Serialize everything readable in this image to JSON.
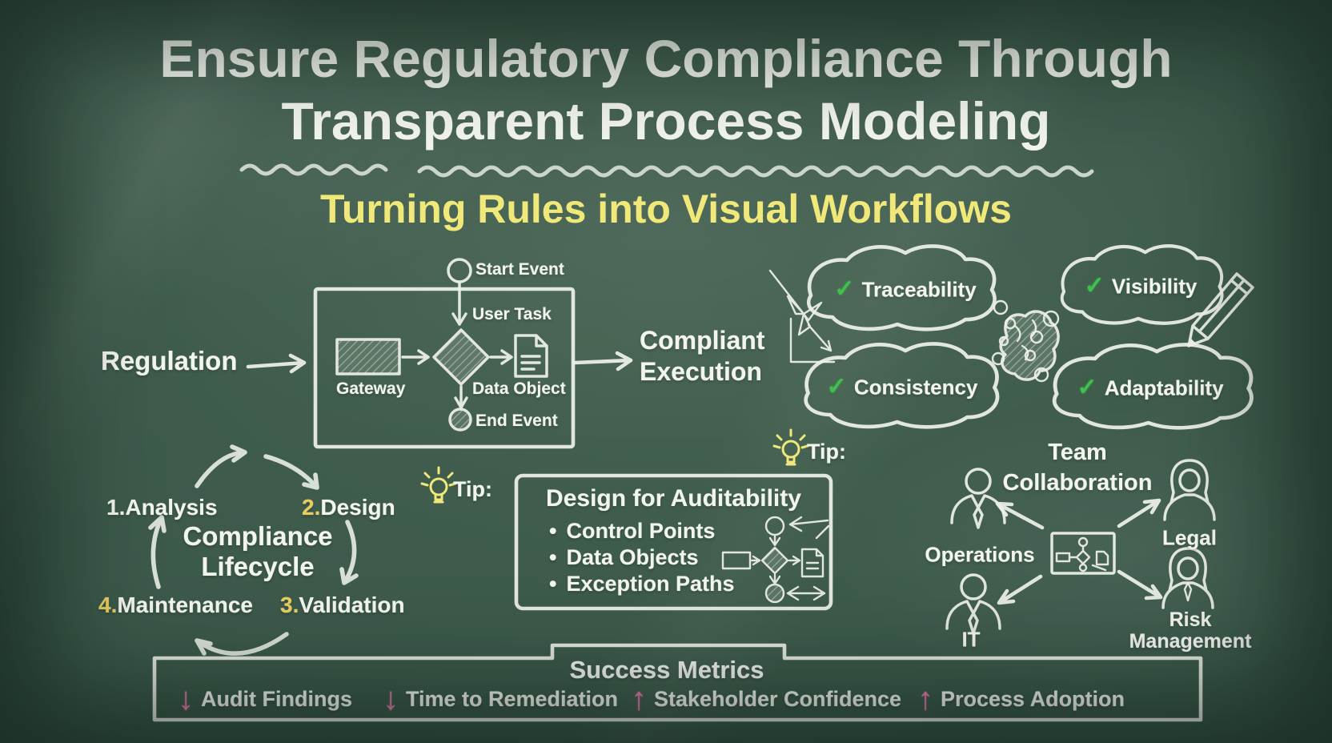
{
  "board": {
    "title_line1": "Ensure Regulatory Compliance Through",
    "title_line2": "Transparent Process Modeling",
    "subtitle": "Turning Rules into Visual Workflows"
  },
  "process_flow": {
    "input_label": "Regulation",
    "output_line1": "Compliant",
    "output_line2": "Execution",
    "bpmn_labels": {
      "start_event": "Start Event",
      "user_task": "User Task",
      "gateway": "Gateway",
      "data_object": "Data Object",
      "end_event": "End Event"
    }
  },
  "benefits": {
    "check_glyph": "✓",
    "items": [
      {
        "label": "Traceability"
      },
      {
        "label": "Consistency"
      },
      {
        "label": "Visibility"
      },
      {
        "label": "Adaptability"
      }
    ]
  },
  "lifecycle": {
    "title_line1": "Compliance",
    "title_line2": "Lifecycle",
    "steps": [
      {
        "num": "1.",
        "label": "Analysis"
      },
      {
        "num": "2.",
        "label": "Design"
      },
      {
        "num": "3.",
        "label": "Validation"
      },
      {
        "num": "4.",
        "label": "Maintenance"
      }
    ]
  },
  "tip": {
    "label": "Tip:",
    "box_title": "Design for Auditability",
    "bullet_glyph": "•",
    "bullets": [
      "Control Points",
      "Data Objects",
      "Exception Paths"
    ]
  },
  "team": {
    "title_line1": "Team",
    "title_line2": "Collaboration",
    "roles": {
      "top_left": "Operations",
      "top_right": "Legal",
      "bottom_left": "IT",
      "bottom_right_line1": "Risk",
      "bottom_right_line2": "Management"
    }
  },
  "metrics": {
    "title": "Success Metrics",
    "items": [
      {
        "glyph": "↓",
        "direction": "down",
        "label": "Audit Findings"
      },
      {
        "glyph": "↓",
        "direction": "down",
        "label": "Time to Remediation"
      },
      {
        "glyph": "↑",
        "direction": "up",
        "label": "Stakeholder Confidence"
      },
      {
        "glyph": "↑",
        "direction": "up",
        "label": "Process Adoption"
      }
    ]
  },
  "icons": {
    "lightbulb": "💡",
    "check": "✓",
    "bullet": "•",
    "down_arrow": "↓",
    "up_arrow": "↑"
  },
  "colors": {
    "board_green": "#3b584a",
    "chalk_white": "#f2f4ee",
    "chalk_yellow": "#f0e878",
    "num_yellow": "#e9cd5c",
    "check_green": "#3fc24c",
    "arrow_pink": "#e87aae"
  }
}
